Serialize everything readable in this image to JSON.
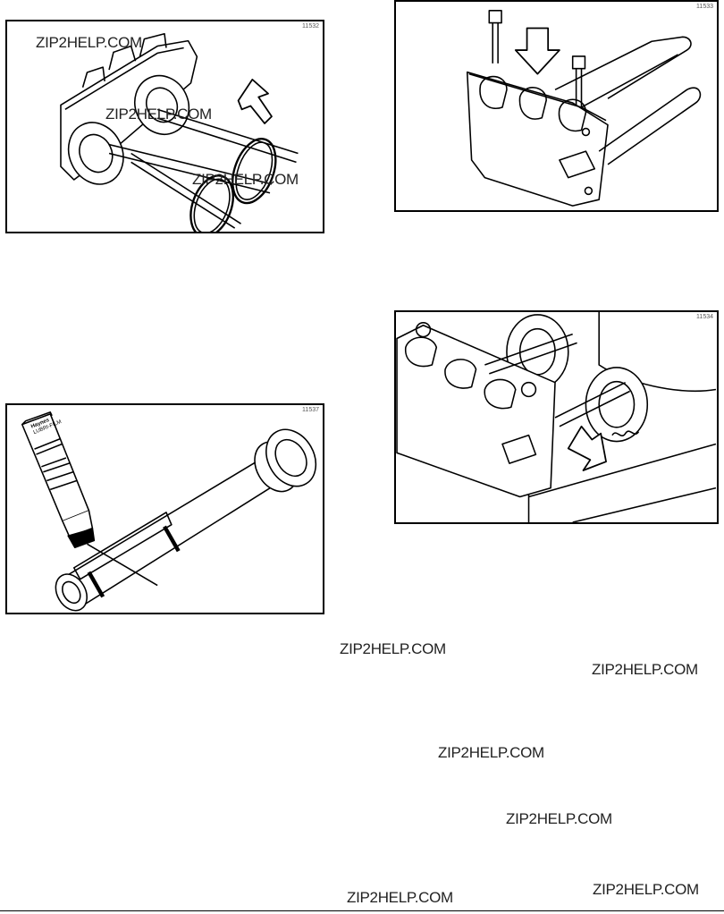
{
  "figures": [
    {
      "id": "fig1",
      "number": "11532"
    },
    {
      "id": "fig2",
      "number": "11533"
    },
    {
      "id": "fig3",
      "number": "11534"
    },
    {
      "id": "fig4",
      "number": "11537"
    }
  ],
  "tube_label": {
    "brand": "Haynes",
    "name": "LUBRI-FILM"
  },
  "watermarks": [
    "ZIP2HELP.COM",
    "ZIP2HELP.COM",
    "ZIP2HELP.COM",
    "ZIP2HELP.COM",
    "ZIP2HELP.COM",
    "ZIP2HELP.COM",
    "ZIP2HELP.COM",
    "ZIP2HELP.COM",
    "ZIP2HELP.COM"
  ]
}
